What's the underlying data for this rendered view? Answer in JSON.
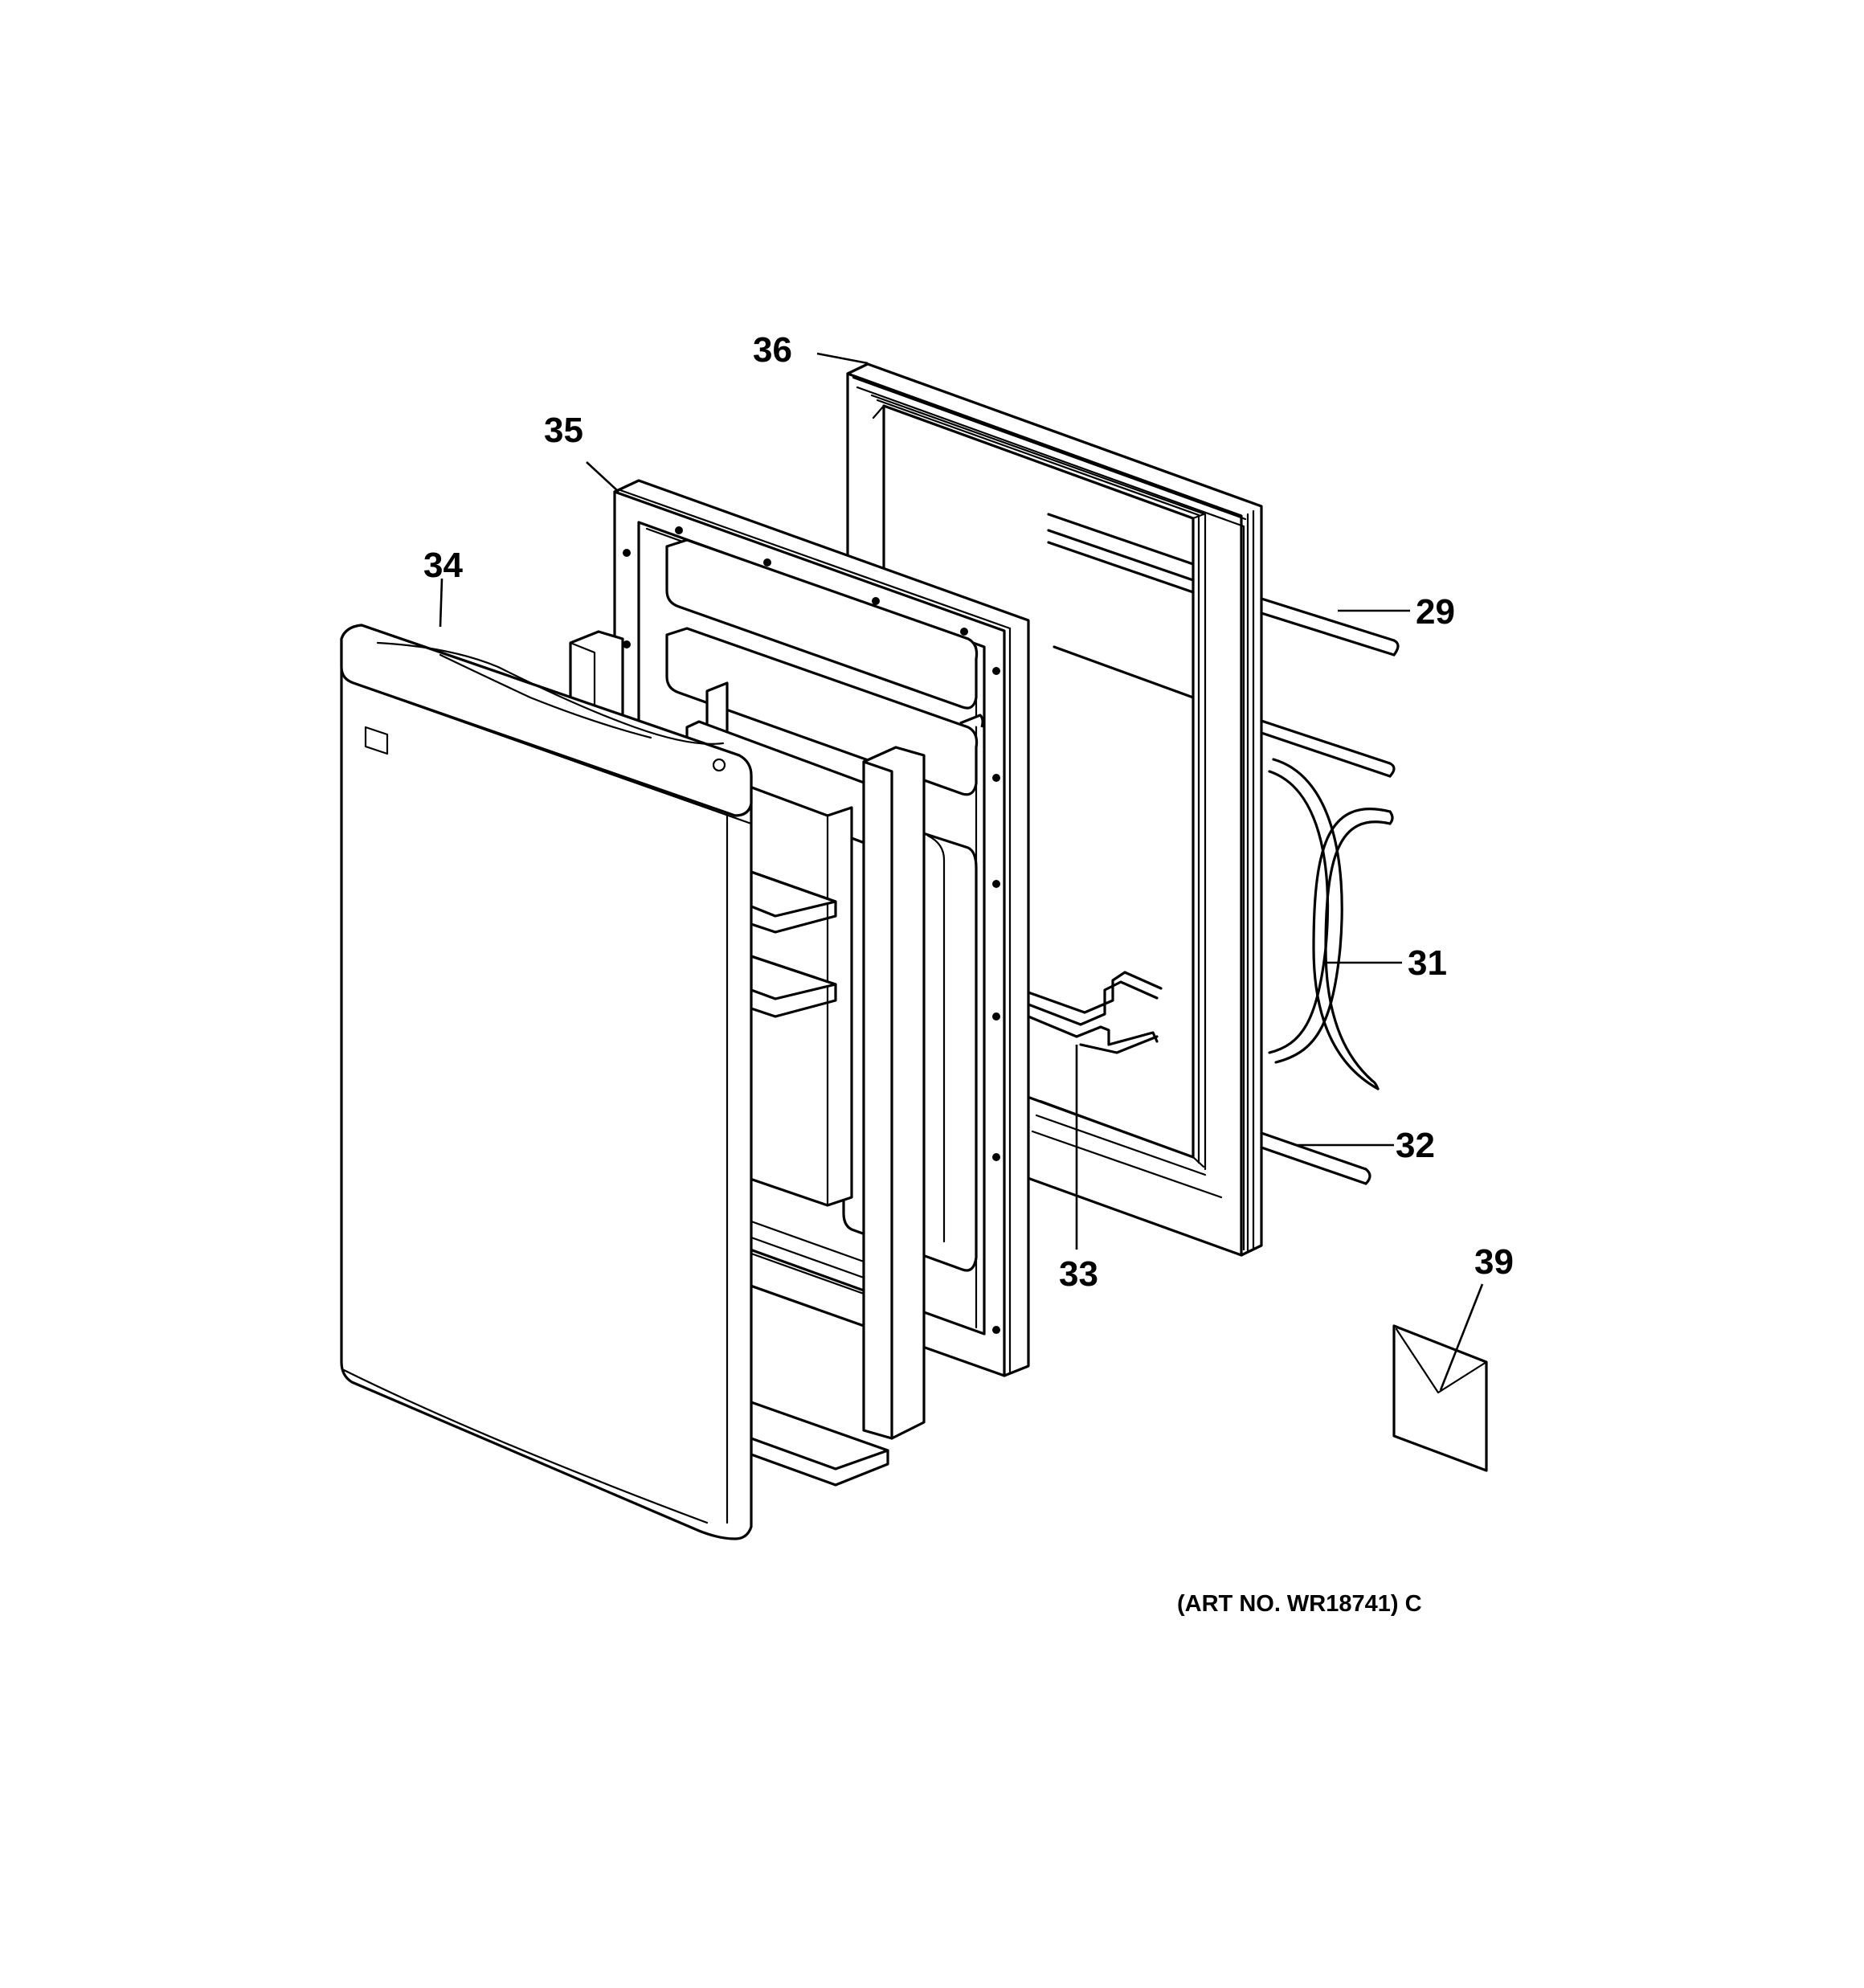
{
  "diagram": {
    "parts": [
      {
        "id": "29",
        "label": "29"
      },
      {
        "id": "31",
        "label": "31"
      },
      {
        "id": "32",
        "label": "32"
      },
      {
        "id": "33",
        "label": "33"
      },
      {
        "id": "34",
        "label": "34"
      },
      {
        "id": "35",
        "label": "35"
      },
      {
        "id": "36",
        "label": "36"
      },
      {
        "id": "39",
        "label": "39"
      }
    ],
    "art_number": "(ART NO. WR18741) C"
  }
}
